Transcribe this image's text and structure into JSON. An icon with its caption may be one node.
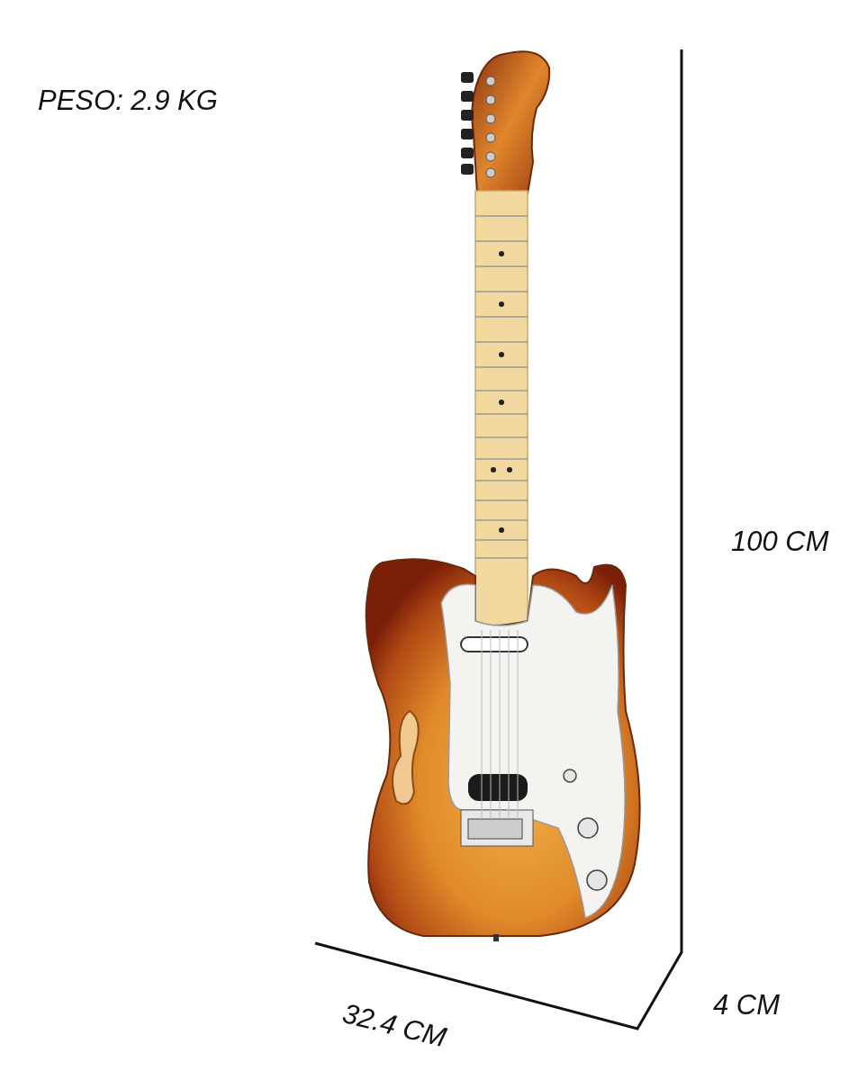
{
  "diagram": {
    "labels": [
      "PESO: 2.9 KG",
      "100 CM",
      "32.4 CM",
      "4 CM"
    ]
  }
}
